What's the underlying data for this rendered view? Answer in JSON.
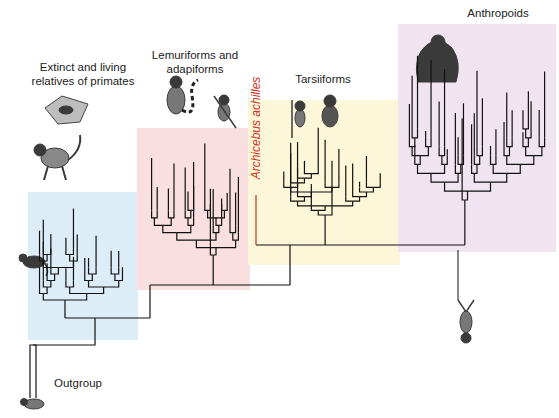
{
  "diagram": {
    "nodes": [
      {
        "text": [
          "Extinct and living relatives of primates"
        ]
      },
      {
        "text": [
          "Lemuriforms and adapiforms"
        ]
      },
      {
        "text": [
          "Tarsiiforms"
        ]
      },
      {
        "text": [
          "Anthropoids"
        ]
      }
    ],
    "labels": [
      "Archicebus achilles",
      "Outgroup"
    ]
  }
}
